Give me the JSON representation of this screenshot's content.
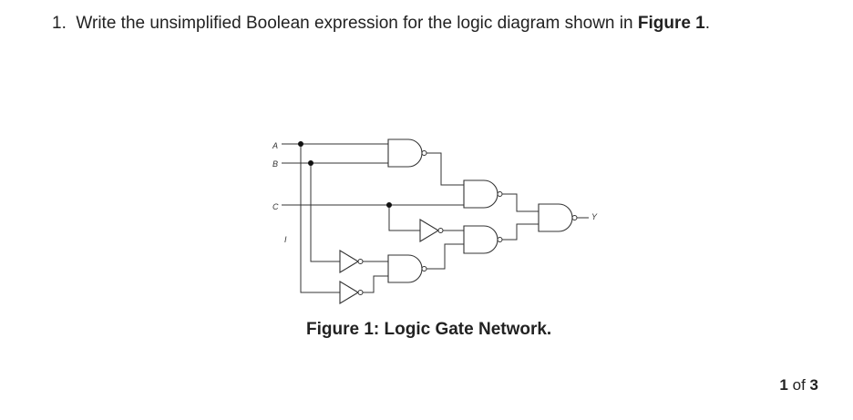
{
  "question": {
    "number": "1.",
    "text": "Write the unsimplified Boolean expression for the logic diagram shown in",
    "figure_ref": "Figure 1",
    "end": "."
  },
  "diagram": {
    "inputs": [
      "A",
      "B",
      "C",
      "I"
    ],
    "output": "Y"
  },
  "caption": "Figure 1: Logic Gate Network.",
  "page": {
    "current": "1",
    "of_label": "of",
    "total": "3"
  }
}
